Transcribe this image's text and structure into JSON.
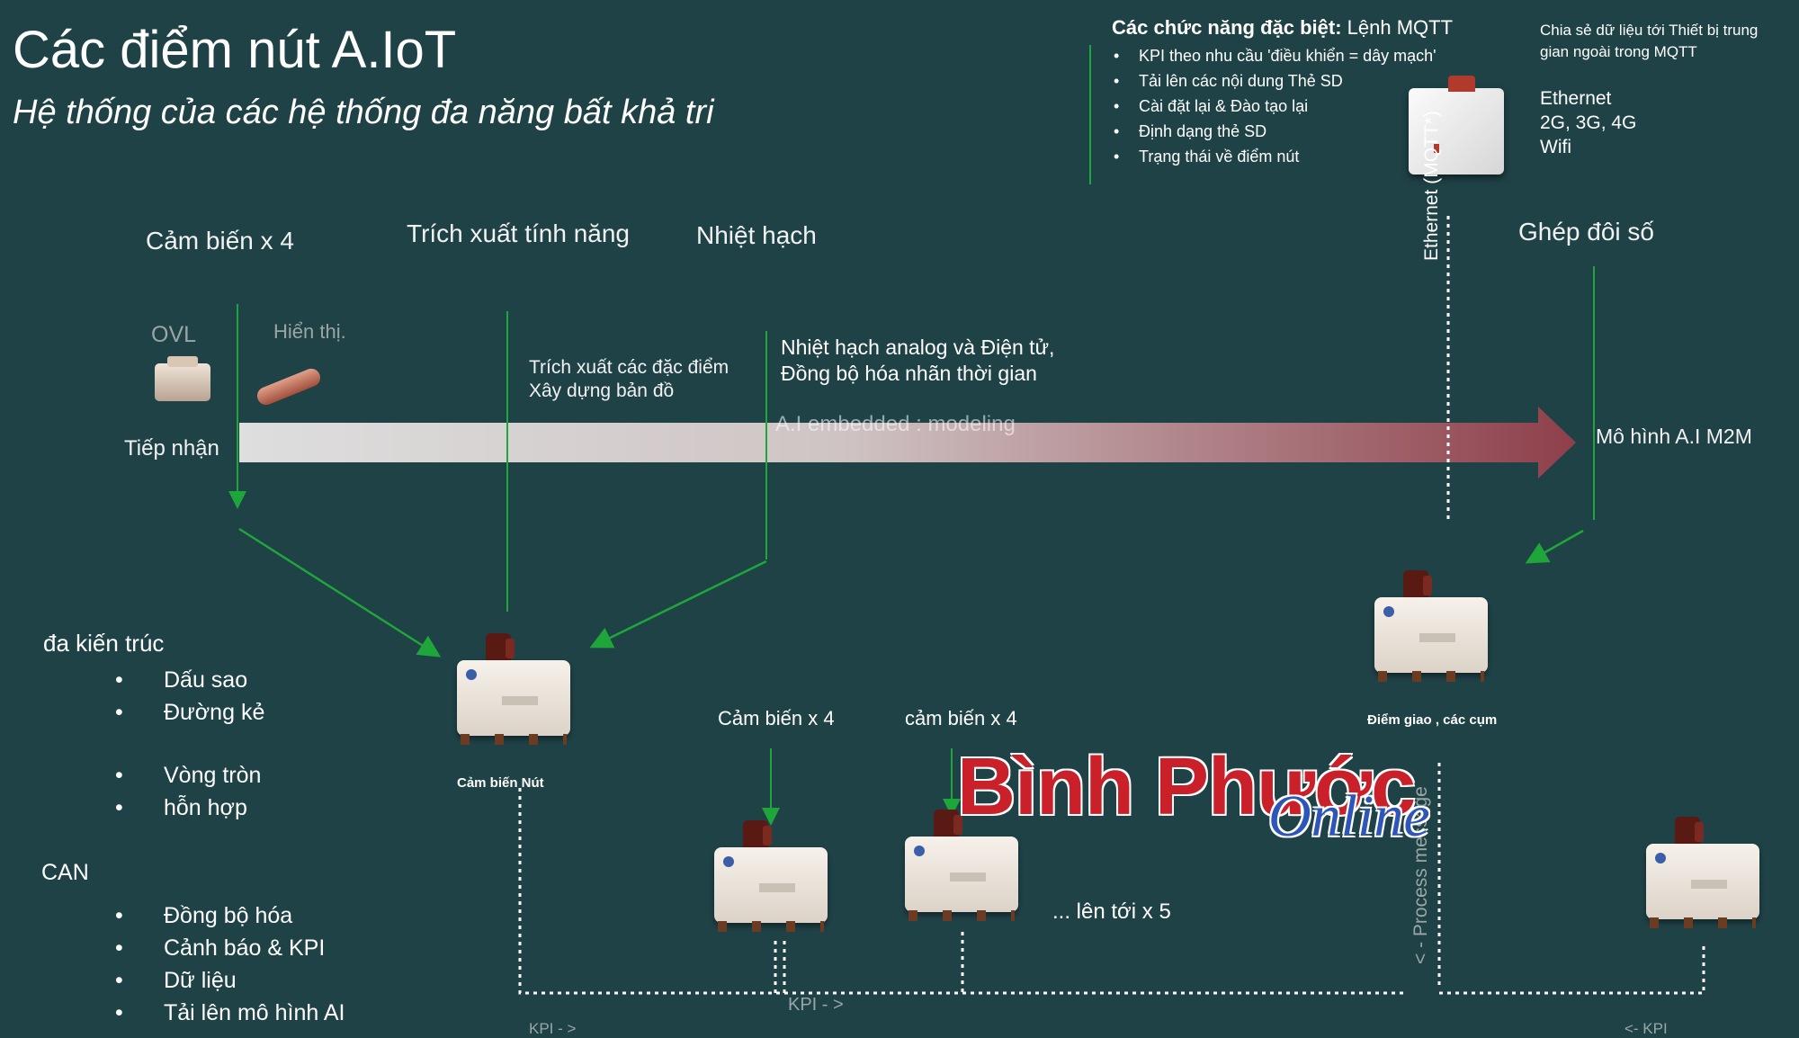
{
  "header": {
    "title": "Các điểm nút A.IoT",
    "subtitle": "Hệ thống của các hệ thống đa năng bất khả tri"
  },
  "special_functions": {
    "heading_bold": "Các chức năng đặc biệt:",
    "heading_rest": " Lệnh MQTT",
    "items": [
      "KPI theo nhu cầu 'điều khiển = dây mạch'",
      "Tải lên các nội dung Thẻ SD",
      "Cài đặt lại & Đào tạo lại",
      "Định dạng thẻ SD",
      "Trạng thái về điểm nút"
    ]
  },
  "share_note": {
    "line1": "Chia sẻ dữ liệu tới Thiết bị trung",
    "line2": "gian ngoài trong MQTT"
  },
  "connectivity": {
    "line1": "Ethernet",
    "line2": "2G, 3G, 4G",
    "line3": "Wifi"
  },
  "stages": {
    "sensors": "Cảm biến x 4",
    "feature_extraction": "Trích xuất tính năng",
    "fusion": "Nhiệt hạch",
    "digital_twin": "Ghép đôi số"
  },
  "ovl_label": "OVL",
  "display_label": "Hiển thị.",
  "receive_label": "Tiếp nhận",
  "feature_note": {
    "line1": "Trích xuất các đặc điểm",
    "line2": "Xây dựng bản đồ"
  },
  "fusion_note": {
    "line1": "Nhiệt hạch analog và Điện tử,",
    "line2": "Đồng bộ hóa nhãn thời gian"
  },
  "arrow_text": "A.I embedded : modeling",
  "m2m_label": "Mô hình A.I M2M",
  "ethernet_vertical": "Ethernet (MQTT*)",
  "process_vertical": "< - Process message",
  "architecture": {
    "heading": "đa kiến trúc",
    "items": [
      "Dấu sao",
      "Đường kẻ",
      "Vòng tròn",
      "hỗn hợp"
    ]
  },
  "can": {
    "heading": "CAN",
    "items": [
      "Đồng bộ hóa",
      "Cảnh báo & KPI",
      "Dữ liệu",
      "Tải lên mô hình AI"
    ]
  },
  "nodes": {
    "main_label": "Cảm biến Nút",
    "gateway_label": "Điểm giao , các cụm",
    "sub1_label": "Cảm biến x 4",
    "sub2_label": "cảm biến x 4",
    "upto_label": "... lên tới x 5"
  },
  "kpi": {
    "left": "KPI - >",
    "middle": "KPI - >",
    "right": "<- KPI"
  },
  "watermark": {
    "part1": "Bình Phước",
    "part2": "Online"
  },
  "colors": {
    "background": "#1f4247",
    "green_line": "#1fa63a",
    "arrow_start": "#d9d9d9",
    "arrow_end": "#8e3f4a"
  }
}
